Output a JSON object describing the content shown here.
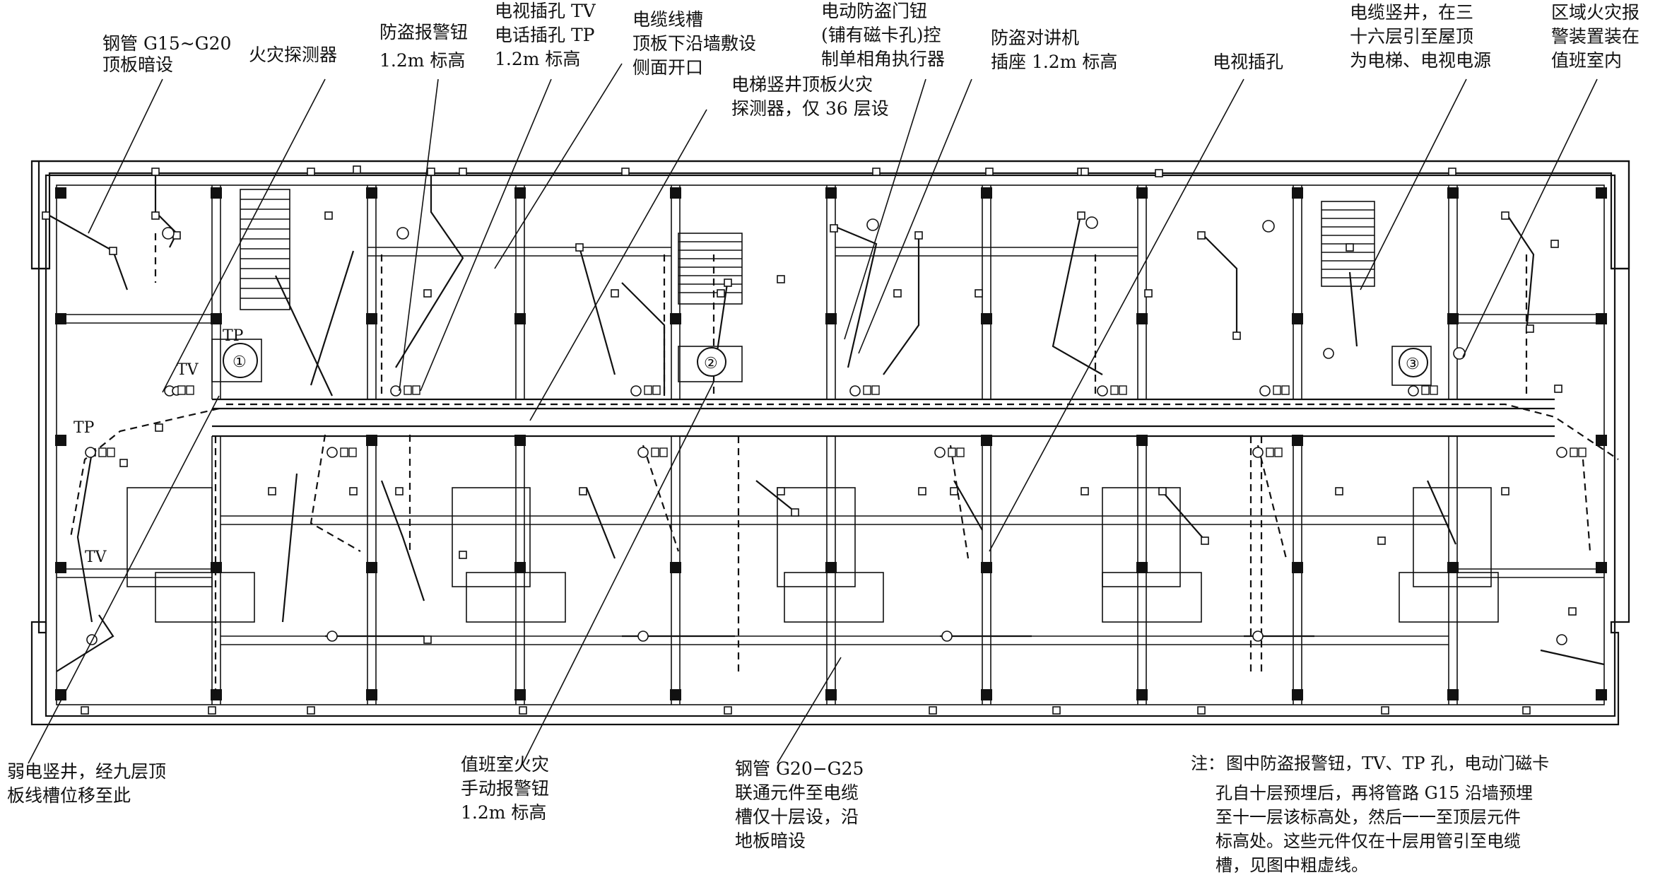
{
  "labels": {
    "steel_pipe_top": "钢管 G15~G20\n顶板暗设",
    "fire_detector": "火灾探测器",
    "burglar_alarm_button": "防盗报警钮\n1.2m 标高",
    "tv_tp_socket": "电视插孔 TV\n电话插孔 TP\n1.2m 标高",
    "cable_tray": "电缆线槽\n顶板下沿墙敷设\n侧面开口",
    "elevator_shaft_detector": "电梯竖井顶板火灾\n探测器，仅 36 层设",
    "electric_door_button": "电动防盗门钮\n(铺有磁卡孔)控\n制单相角执行器",
    "intercom_socket": "防盗对讲机\n插座 1.2m 标高",
    "tv_socket": "电视插孔",
    "cable_shaft": "电缆竖井，在三\n十六层引至屋顶\n为电梯、电视电源",
    "zone_fire_alarm": "区域火灾报\n警装置装在\n值班室内",
    "weak_current_shaft": "弱电竖井，经九层顶\n板线槽位移至此",
    "duty_room_manual_alarm": "值班室火灾\n手动报警钮\n1.2m 标高",
    "steel_pipe_floor": "钢管 G20−G25\n联通元件至电缆\n槽仅十层设，沿\n地板暗设"
  },
  "plan_marks": {
    "tp_1": "TP",
    "tv_1": "TV",
    "tp_2": "TP",
    "tv_2": "TV",
    "shaft_1": "①",
    "shaft_2": "②",
    "shaft_3": "③"
  },
  "note": {
    "prefix": "注：",
    "lines": [
      "图中防盗报警钮，TV、TP 孔，电动门磁卡",
      "孔自十层预埋后，再将管路 G15 沿墙预埋",
      "至十一层该标高处，然后一一至顶层元件",
      "标高处。这些元件仅在十层用管引至电缆",
      "槽，见图中粗虚线。"
    ]
  },
  "colors": {
    "ink": "#111111",
    "paper": "#ffffff"
  }
}
